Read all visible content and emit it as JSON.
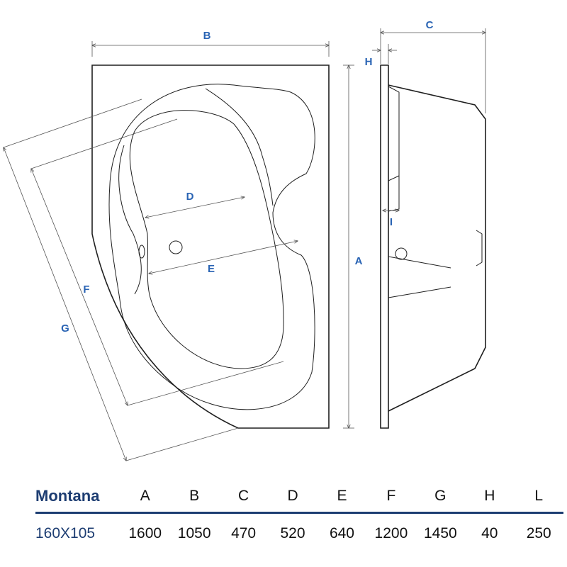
{
  "dimension_labels": {
    "A": "A",
    "B": "B",
    "C": "C",
    "D": "D",
    "E": "E",
    "F": "F",
    "G": "G",
    "H": "H",
    "I": "I"
  },
  "table": {
    "header": [
      "Montana",
      "A",
      "B",
      "C",
      "D",
      "E",
      "F",
      "G",
      "H",
      "L"
    ],
    "values": [
      "160X105",
      "1600",
      "1050",
      "470",
      "520",
      "640",
      "1200",
      "1450",
      "40",
      "250"
    ]
  },
  "colors": {
    "label_blue": "#2a64b4",
    "table_navy": "#1d3d72",
    "line": "#1f1f1f"
  }
}
